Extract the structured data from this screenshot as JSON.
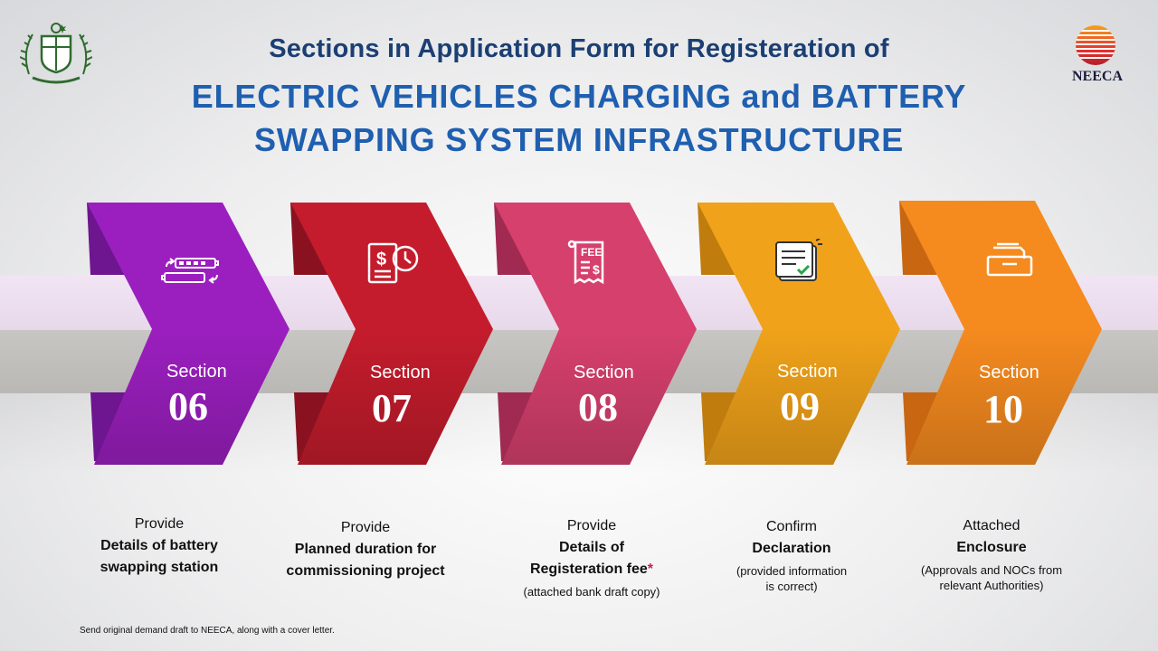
{
  "header": {
    "title_line1": "Sections in Application Form for Registeration of",
    "title_line2": "ELECTRIC VEHICLES CHARGING and BATTERY",
    "title_line3": "SWAPPING SYSTEM INFRASTRUCTURE"
  },
  "logos": {
    "right_logo_text": "NEECA"
  },
  "sections": [
    {
      "label": "Section",
      "number": "06",
      "color": "#9b1fbf",
      "icon": "battery-swap-icon",
      "caption": {
        "lead": "Provide",
        "main_line1": "Details of battery",
        "main_line2": "swapping station",
        "note_line1": "",
        "note_line2": ""
      }
    },
    {
      "label": "Section",
      "number": "07",
      "color": "#c41c2c",
      "icon": "schedule-money-icon",
      "caption": {
        "lead": "Provide",
        "main_line1": "Planned duration for",
        "main_line2": "commissioning project",
        "note_line1": "",
        "note_line2": ""
      }
    },
    {
      "label": "Section",
      "number": "08",
      "color": "#d6406d",
      "icon": "fee-receipt-icon",
      "caption": {
        "lead": "Provide",
        "main_line1": "Details of",
        "main_line2": "Registeration fee",
        "star": "*",
        "note_line1": "(attached bank draft copy)",
        "note_line2": ""
      }
    },
    {
      "label": "Section",
      "number": "09",
      "color": "#f0a21a",
      "icon": "declaration-doc-icon",
      "caption": {
        "lead": "Confirm",
        "main_line1": "Declaration",
        "main_line2": "",
        "note_line1": "(provided information",
        "note_line2": "is correct)"
      }
    },
    {
      "label": "Section",
      "number": "10",
      "color": "#f58a1f",
      "icon": "enclosure-folder-icon",
      "caption": {
        "lead": "Attached",
        "main_line1": "Enclosure",
        "main_line2": "",
        "note_line1": "(Approvals and NOCs from",
        "note_line2": "relevant Authorities)"
      }
    }
  ],
  "footnote": "Send original demand draft to  NEECA, along with a cover letter."
}
